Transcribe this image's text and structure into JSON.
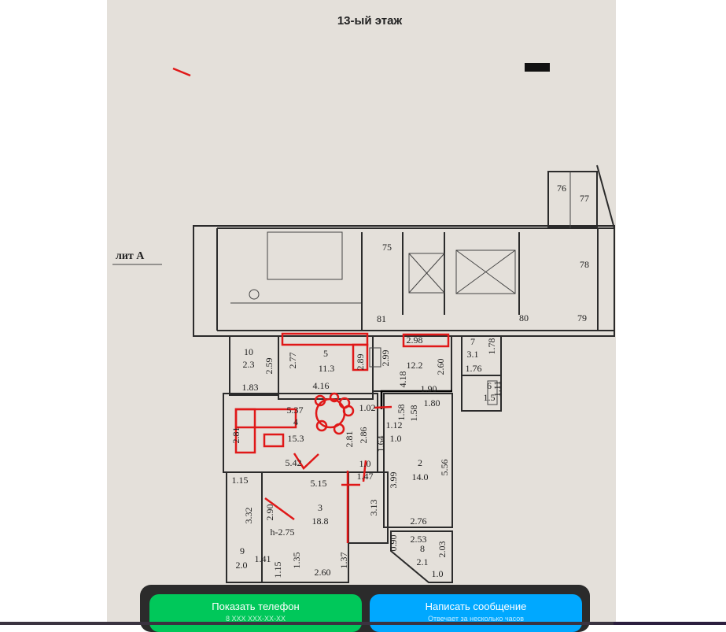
{
  "plan": {
    "title": "13-ый этаж",
    "section": "лит А",
    "labels": [
      "75",
      "76",
      "77",
      "78",
      "79",
      "80",
      "81",
      "10",
      "2.3",
      "1.83",
      "2.59",
      "2.77",
      "5",
      "11.3",
      "2.89",
      "2.99",
      "2.98",
      "12.2",
      "2.60",
      "4.18",
      "7",
      "3.1",
      "1.76",
      "1.78",
      "1.90",
      "6",
      "1.5",
      "1.11",
      "1.80",
      "4.16",
      "5.37",
      "1.02",
      "1.58",
      "1.58",
      "2.81",
      "15.3",
      "2.81",
      "2.86",
      "1.64",
      "1.12",
      "1.0",
      "5.42",
      "1.0",
      "1.47",
      "2",
      "14.0",
      "3.99",
      "5.56",
      "1.15",
      "5.15",
      "3.32",
      "2.90",
      "3",
      "18.8",
      "h-2.75",
      "3.13",
      "2.76",
      "0.90",
      "2.53",
      "8",
      "2.1",
      "2.03",
      "9",
      "2.0",
      "1.41",
      "1.15",
      "1.35",
      "2.60",
      "1.37",
      "1.0",
      "4"
    ]
  },
  "actions": {
    "show_phone": "Показать телефон",
    "phone_masked": "8 XXX XXX-XX-XX",
    "write_message": "Написать сообщение",
    "reply_time": "Отвечает за несколько часов"
  },
  "colors": {
    "green": "#00c85a",
    "blue": "#00a8ff",
    "markup": "#e01818"
  }
}
